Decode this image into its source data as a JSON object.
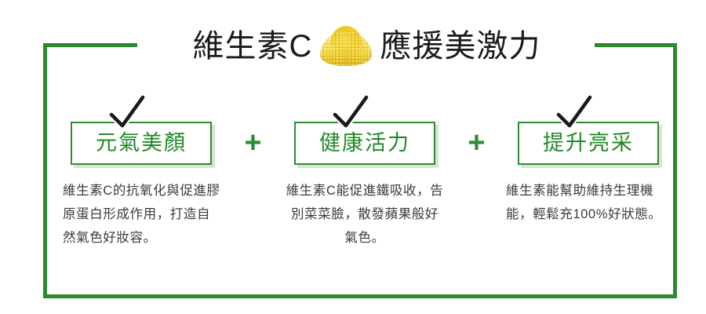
{
  "banner": {
    "background_color": "#ffffff",
    "frame_color": "#2b8a2e",
    "accent_green": "#1f8a26",
    "powder_color": "#f0cd2c",
    "body_text_color": "#3a3a3a"
  },
  "title": {
    "left_text": "維生素C",
    "right_text": "應援美激力",
    "powder_icon": "vitamin-c-powder-pile"
  },
  "features": [
    {
      "label": "元氣美顏",
      "check_icon": "check-mark-icon",
      "description": "維生素C的抗氧化與促進膠原蛋白形成作用，打造自然氣色好妝容。"
    },
    {
      "label": "健康活力",
      "check_icon": "check-mark-icon",
      "description": "維生素C能促進鐵吸收，告別菜菜臉，散發蘋果般好氣色。"
    },
    {
      "label": "提升亮采",
      "check_icon": "check-mark-icon",
      "description": "維生素能幫助維持生理機能，輕鬆充100%好狀態。"
    }
  ],
  "separators": {
    "plus_1": "+",
    "plus_2": "+"
  }
}
